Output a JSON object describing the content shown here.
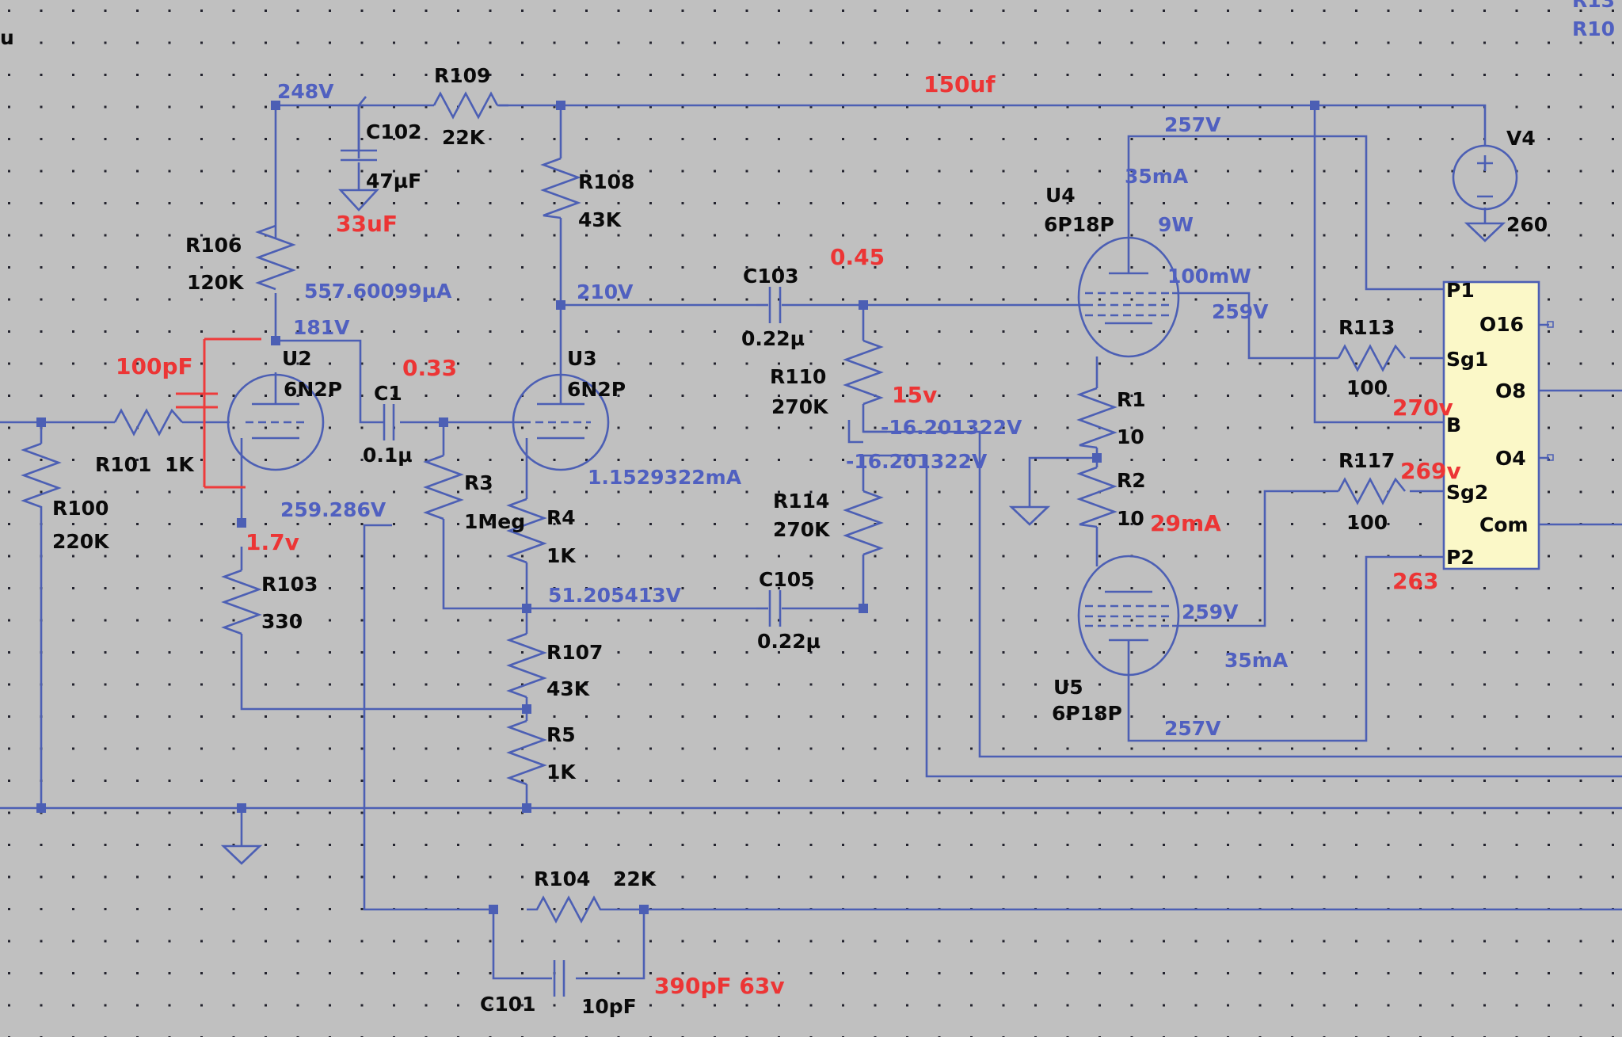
{
  "corner": {
    "left_partial": "u",
    "top_right_1": "R13",
    "top_right_2": "R10"
  },
  "components": {
    "R109": {
      "ref": "R109",
      "value": "22K"
    },
    "C102": {
      "ref": "C102",
      "value": "47µF"
    },
    "R108": {
      "ref": "R108",
      "value": "43K"
    },
    "R106": {
      "ref": "R106",
      "value": "120K"
    },
    "C103": {
      "ref": "C103",
      "value": "0.22µ"
    },
    "U2": {
      "ref": "U2",
      "value": "6N2P"
    },
    "U3": {
      "ref": "U3",
      "value": "6N2P"
    },
    "C1": {
      "ref": "C1",
      "value": "0.1µ"
    },
    "R110": {
      "ref": "R110",
      "value": "270K"
    },
    "R101": {
      "ref": "R101",
      "value": "1K"
    },
    "R3": {
      "ref": "R3",
      "value": "1Meg"
    },
    "R4": {
      "ref": "R4",
      "value": "1K"
    },
    "R100": {
      "ref": "R100",
      "value": "220K"
    },
    "R103": {
      "ref": "R103",
      "value": "330"
    },
    "R114": {
      "ref": "R114",
      "value": "270K"
    },
    "C105": {
      "ref": "C105",
      "value": "0.22µ"
    },
    "R107": {
      "ref": "R107",
      "value": "43K"
    },
    "R5": {
      "ref": "R5",
      "value": "1K"
    },
    "R104": {
      "ref": "R104",
      "value": "22K"
    },
    "C101": {
      "ref": "C101",
      "value": "10pF"
    },
    "U4": {
      "ref": "U4",
      "value": "6P18P"
    },
    "U5": {
      "ref": "U5",
      "value": "6P18P"
    },
    "R1": {
      "ref": "R1",
      "value": "10"
    },
    "R2": {
      "ref": "R2",
      "value": "10"
    },
    "R113": {
      "ref": "R113",
      "value": "100"
    },
    "R117": {
      "ref": "R117",
      "value": "100"
    },
    "V4": {
      "ref": "V4",
      "value": "260"
    }
  },
  "transformer": {
    "pins": [
      "P1",
      "Sg1",
      "B",
      "Sg2",
      "P2"
    ],
    "outputs": [
      "O16",
      "O8",
      "O4",
      "Com"
    ]
  },
  "sim_labels": {
    "v248": "248V",
    "v257_top": "257V",
    "ma35_top": "35mA",
    "w9": "9W",
    "ua557": "557.60099µA",
    "v210": "210V",
    "mw100": "100mW",
    "v259_top": "259V",
    "v181": "181V",
    "v_neg1": "-16.201322V",
    "v_neg2": "-16.201322V",
    "ma115": "1.1529322mA",
    "v259286": "259.286V",
    "v51": "51.205413V",
    "v259_bot": "259V",
    "ma35_bot": "35mA",
    "v257_bot": "257V"
  },
  "annotations": {
    "uf150": "150uf",
    "uf33": "33uF",
    "n045": "0.45",
    "pf100": "100pF",
    "n033": "0.33",
    "v15": "15v",
    "v270": "270v",
    "v269": "269v",
    "v17": "1.7v",
    "ma29": "29mA",
    "n263": "263",
    "pf390": "390pF 63v"
  }
}
